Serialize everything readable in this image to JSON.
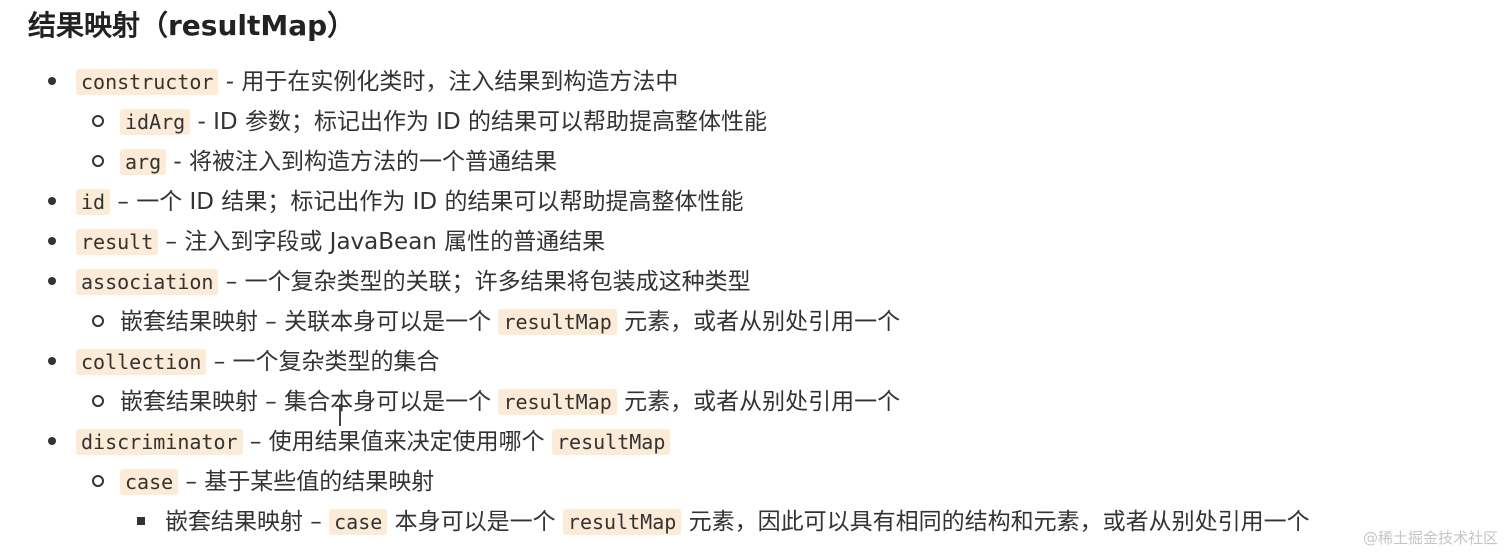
{
  "heading": "结果映射（resultMap）",
  "items": {
    "constructor": {
      "code": "constructor",
      "text": " - 用于在实例化类时，注入结果到构造方法中"
    },
    "idArg": {
      "code": "idArg",
      "text": " - ID 参数；标记出作为 ID 的结果可以帮助提高整体性能"
    },
    "arg": {
      "code": "arg",
      "text": " - 将被注入到构造方法的一个普通结果"
    },
    "id": {
      "code": "id",
      "text": " – 一个 ID 结果；标记出作为 ID 的结果可以帮助提高整体性能"
    },
    "result": {
      "code": "result",
      "text": " – 注入到字段或 JavaBean 属性的普通结果"
    },
    "association": {
      "code": "association",
      "text": " – 一个复杂类型的关联；许多结果将包装成这种类型"
    },
    "association_nested": {
      "prefix": "嵌套结果映射 – 关联本身可以是一个 ",
      "code": "resultMap",
      "suffix": " 元素，或者从别处引用一个"
    },
    "collection": {
      "code": "collection",
      "text": " – 一个复杂类型的集合"
    },
    "collection_nested": {
      "prefix": "嵌套结果映射 – 集合本身可以是一个 ",
      "code": "resultMap",
      "suffix": " 元素，或者从别处引用一个"
    },
    "discriminator": {
      "code": "discriminator",
      "text": " – 使用结果值来决定使用哪个 ",
      "code2": "resultMap"
    },
    "case": {
      "code": "case",
      "text": " – 基于某些值的结果映射"
    },
    "case_nested": {
      "prefix": "嵌套结果映射 – ",
      "code": "case",
      "middle": " 本身可以是一个 ",
      "code2": "resultMap",
      "suffix": " 元素，因此可以具有相同的结构和元素，或者从别处引用一个"
    }
  },
  "watermark": "@稀土掘金技术社区"
}
